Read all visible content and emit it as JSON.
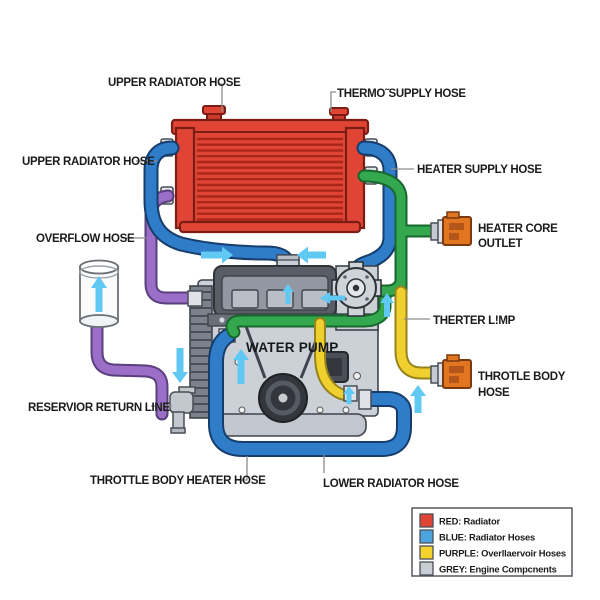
{
  "diagram": {
    "title": "engine-cooling-system-diagram",
    "labels": {
      "upper_radiator_hose_top": "UPPER RADIATOR HOSE",
      "thermo_supply_hose": "THERMO˜SUPPLY HOSE",
      "upper_radiator_hose_left": "UPPER RADIATOR HOSE",
      "heater_supply_hose": "HEATER SUPPLY HOSE",
      "overflow_hose": "OVERFLOW HOSE",
      "heater_core_outlet_line1": "HEATER CORE",
      "heater_core_outlet_line2": "OUTLET",
      "therter_limp": "THERTER L!MP",
      "throttle_body_hose_line1": "THROTLE BODY",
      "throttle_body_hose_line2": "HOSE",
      "water_pump": "WATER PUMP",
      "reservior_return_line": "RESERVIOR RETURN LINE",
      "throttle_body_heater_hose": "THROTTLE BODY HEATER HOSE",
      "lower_radiator_hose": "LOWER RADIATOR HOSE"
    },
    "colors": {
      "radiator_red": "#e04434",
      "hose_blue": "#2f7dc8",
      "hose_purple": "#9b6fc7",
      "hose_green": "#33a84f",
      "hose_yellow": "#f0d02f",
      "connector_orange": "#e2751f",
      "engine_grey": "#ccd1d8",
      "flow_arrow": "#5fc8f3"
    },
    "legend": {
      "items": [
        {
          "color": "#e04434",
          "label": "RED: Radiator"
        },
        {
          "color": "#4da3dc",
          "label": "BLUE: Radiator Hoses"
        },
        {
          "color": "#f5d32c",
          "label": "PURPLE: Overllaervoir Hoses"
        },
        {
          "color": "#c9ced4",
          "label": "GREY: Engine Compcnents"
        }
      ]
    }
  }
}
